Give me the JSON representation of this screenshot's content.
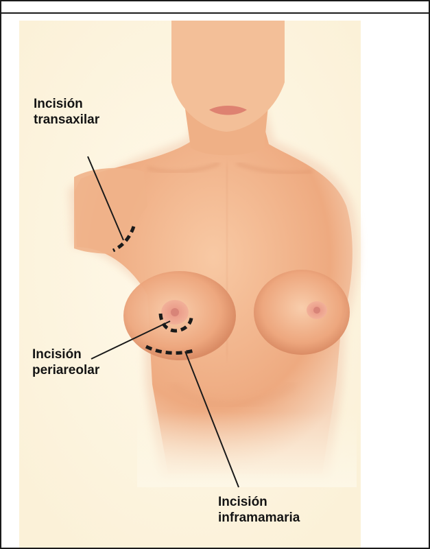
{
  "labels": {
    "transaxilar": {
      "line1": "Incisión",
      "line2": "transaxilar"
    },
    "periareolar": {
      "line1": "Incisión",
      "line2": "periareolar"
    },
    "inframamaria": {
      "line1": "Incisión",
      "line2": "inframamaria"
    }
  },
  "colors": {
    "background": "#fdf7e6",
    "skin": "#f1b48c",
    "skin_shadow": "#d98a63",
    "incision": "#1a1a1a",
    "frame": "#1a1a1a"
  }
}
